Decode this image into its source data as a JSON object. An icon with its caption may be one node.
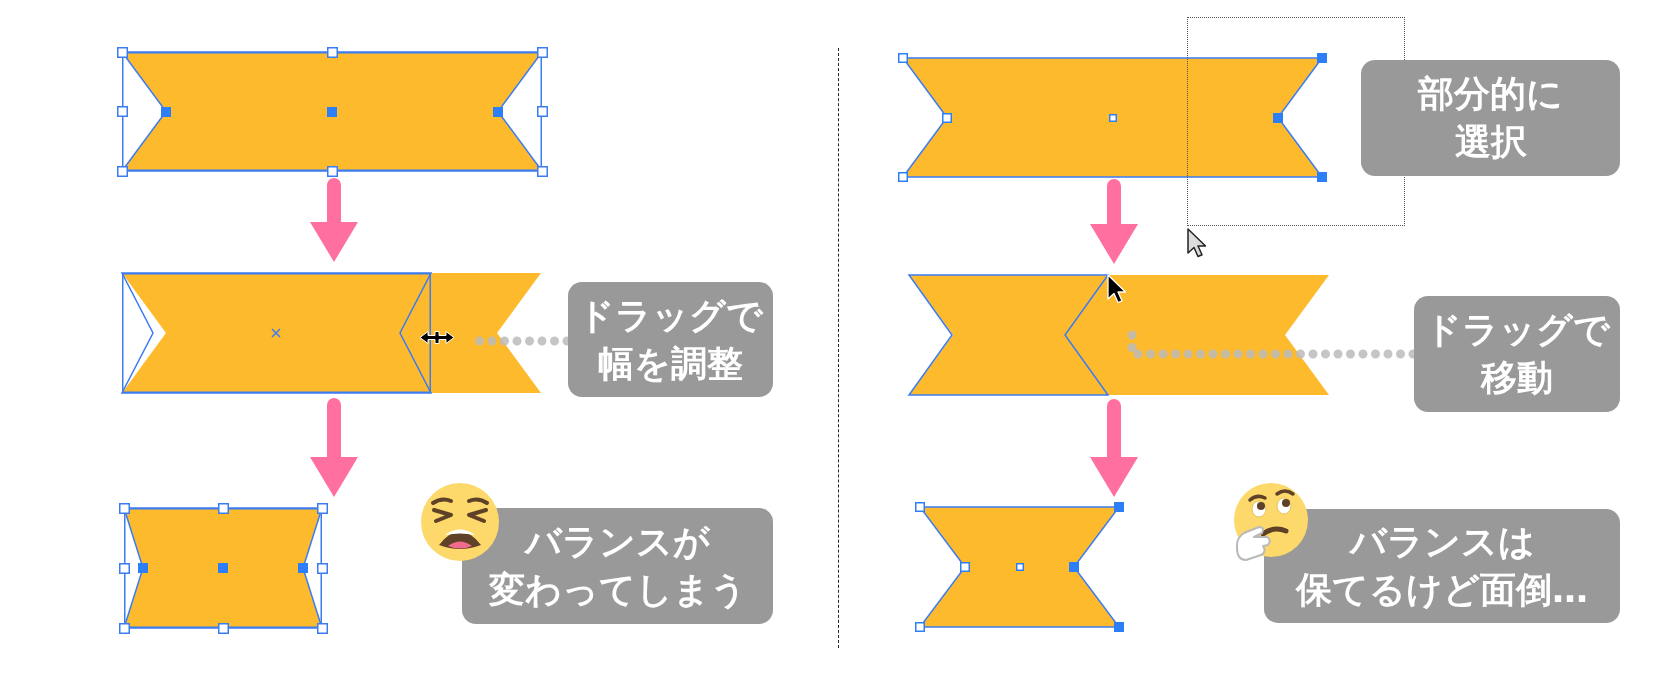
{
  "diagram": {
    "nodes": [
      {
        "text": [],
        "shape": "ribbon"
      },
      {
        "text": [],
        "shape": "ribbon"
      },
      {
        "text": [
          "ドラッグで幅を調整"
        ]
      },
      {
        "text": [],
        "shape": "ribbon"
      },
      {
        "text": [
          "バランスが変わってしまう"
        ]
      },
      {
        "text": [],
        "shape": "ribbon"
      },
      {
        "text": [
          "部分的に選択"
        ]
      },
      {
        "text": [],
        "shape": "ribbon"
      },
      {
        "text": [
          "ドラッグで移動"
        ]
      },
      {
        "text": [],
        "shape": "ribbon"
      },
      {
        "text": [
          "バランスは保てるけど面倒…"
        ]
      }
    ],
    "edges": [
      {
        "from": 0,
        "to": 1,
        "arrow": "to"
      },
      {
        "from": 2,
        "to": 1,
        "arrow": "none",
        "style": "dashed",
        "color": "#bbbbbb"
      },
      {
        "from": 1,
        "to": 3,
        "arrow": "to"
      },
      {
        "from": 5,
        "to": 7,
        "arrow": "to"
      },
      {
        "from": 8,
        "to": 7,
        "arrow": "none",
        "style": "dashed",
        "color": "#bbbbbb"
      },
      {
        "from": 7,
        "to": 9,
        "arrow": "to"
      }
    ]
  }
}
